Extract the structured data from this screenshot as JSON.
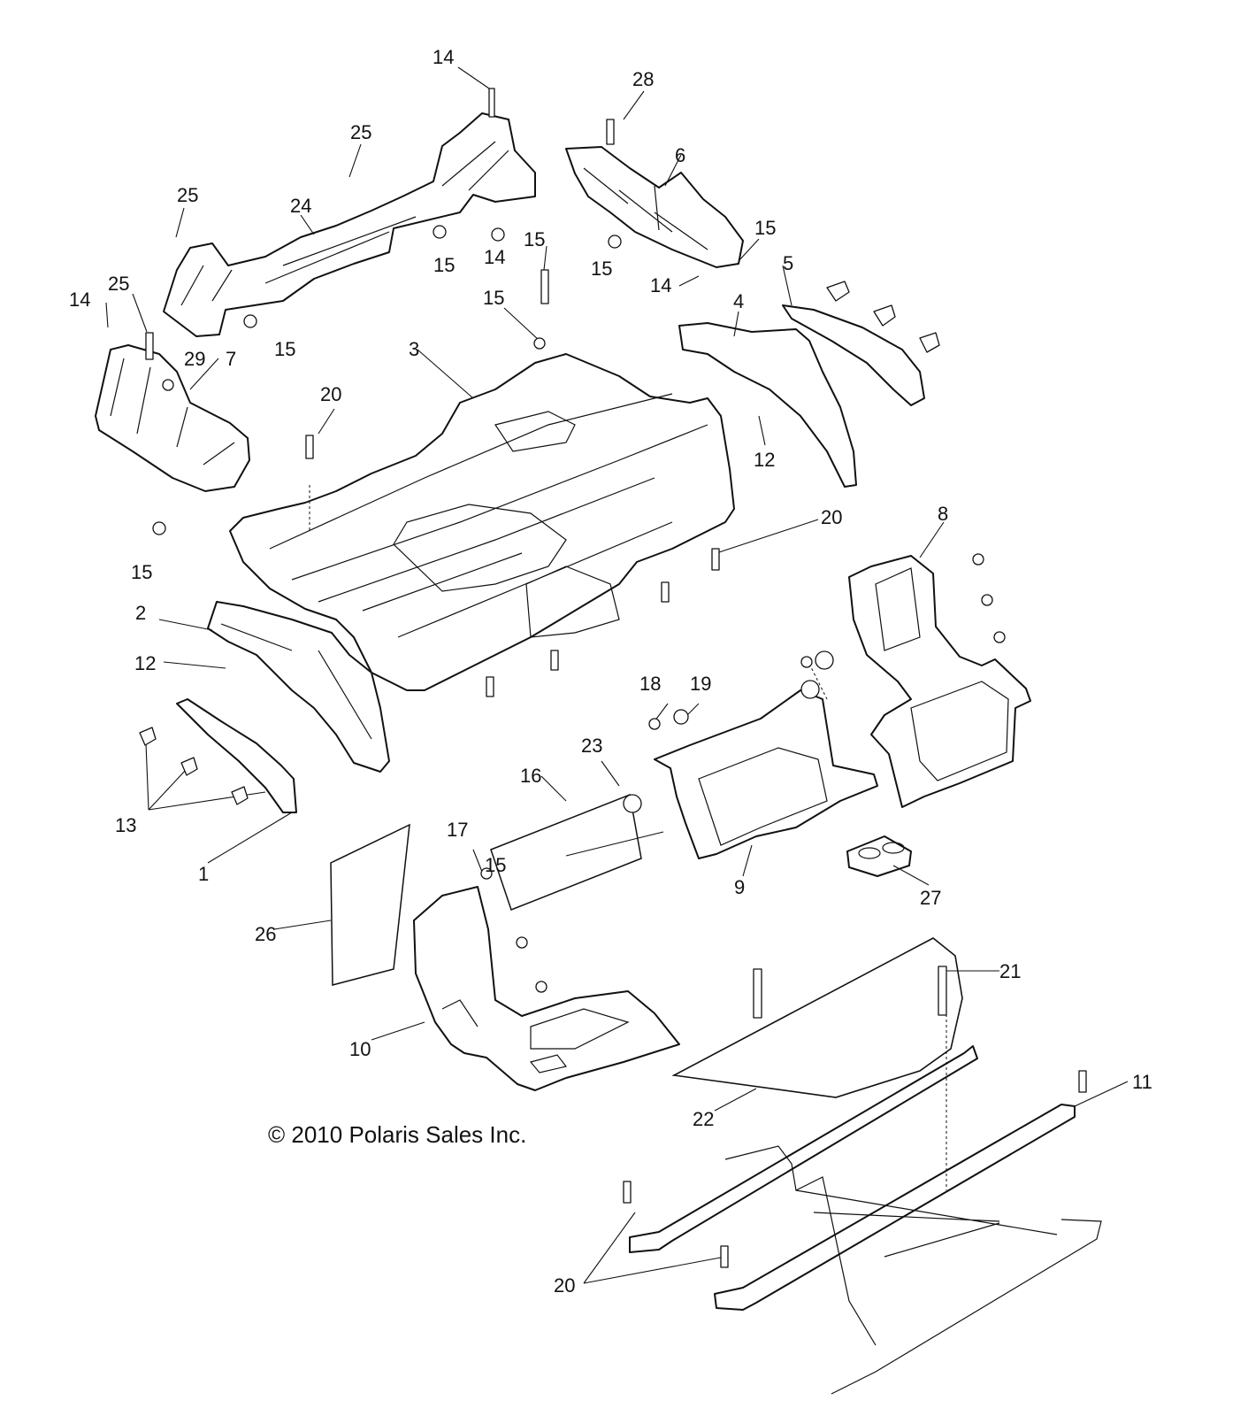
{
  "copyright": "© 2010 Polaris Sales Inc.",
  "callouts": [
    "1",
    "2",
    "3",
    "4",
    "5",
    "6",
    "7",
    "8",
    "9",
    "10",
    "11",
    "12",
    "12",
    "13",
    "14",
    "14",
    "14",
    "14",
    "15",
    "15",
    "15",
    "15",
    "15",
    "15",
    "15",
    "15",
    "16",
    "17",
    "18",
    "19",
    "20",
    "20",
    "20",
    "21",
    "22",
    "23",
    "24",
    "25",
    "25",
    "25",
    "26",
    "27",
    "28",
    "29"
  ]
}
